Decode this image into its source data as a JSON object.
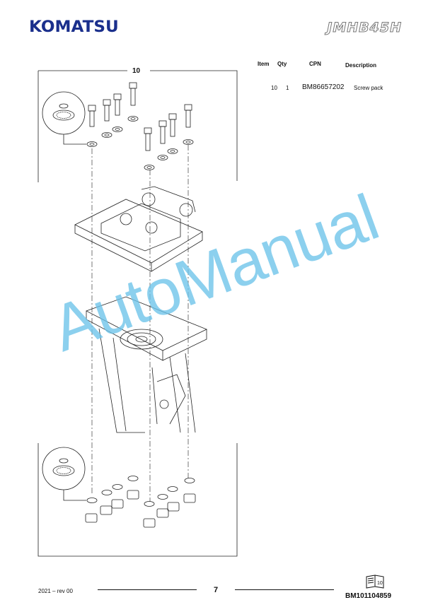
{
  "header": {
    "brand": "KOMATSU",
    "model": "JMHB45H"
  },
  "parts_table": {
    "columns": [
      "Item",
      "Qty",
      "CPN",
      "Description"
    ],
    "rows": [
      {
        "item": "10",
        "qty": "1",
        "cpn": "BM86657202",
        "description": "Screw pack"
      }
    ]
  },
  "drawing": {
    "callout": "10"
  },
  "watermark": "AutoManual",
  "footer": {
    "date_rev": "2021 – rev 00",
    "page": "7",
    "doc_code": "BM101104859",
    "icon": "manual-book-icon"
  }
}
